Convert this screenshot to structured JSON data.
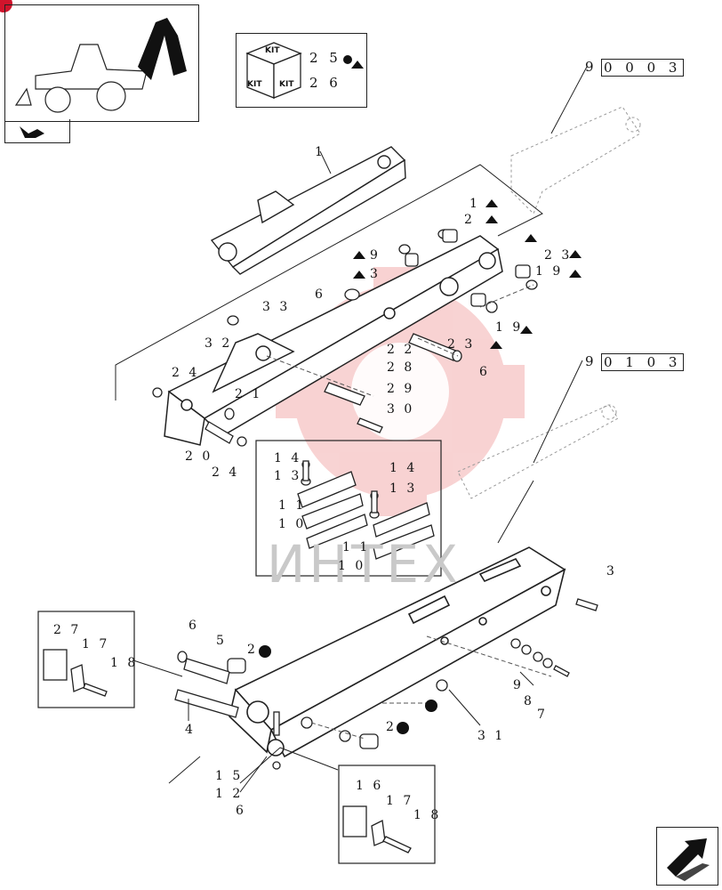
{
  "kit_legend": {
    "cube_top": "KIT",
    "cube_left": "KIT",
    "cube_right": "KIT",
    "row1_number": "2 5",
    "row2_number": "2 6"
  },
  "refs": {
    "ref_upper_prefix": "9",
    "ref_upper": "0 0  0 3",
    "ref_lower_prefix": "9",
    "ref_lower": "0 1  0 3"
  },
  "watermark": "ИНТЕХ",
  "callouts": [
    {
      "id": "c1",
      "text": "1"
    },
    {
      "id": "c1b",
      "text": "1"
    },
    {
      "id": "c2",
      "text": "2"
    },
    {
      "id": "c9",
      "text": "9"
    },
    {
      "id": "c3",
      "text": "3"
    },
    {
      "id": "c6a",
      "text": "6"
    },
    {
      "id": "c23a",
      "text": "2 3"
    },
    {
      "id": "c19a",
      "text": "1 9"
    },
    {
      "id": "c19b",
      "text": "1 9"
    },
    {
      "id": "c33",
      "text": "3 3"
    },
    {
      "id": "c32",
      "text": "3 2"
    },
    {
      "id": "c22",
      "text": "2 2"
    },
    {
      "id": "c23b",
      "text": "2 3"
    },
    {
      "id": "c6b",
      "text": "6"
    },
    {
      "id": "c28",
      "text": "2 8"
    },
    {
      "id": "c29",
      "text": "2 9"
    },
    {
      "id": "c30",
      "text": "3 0"
    },
    {
      "id": "c24a",
      "text": "2 4"
    },
    {
      "id": "c21",
      "text": "2 1"
    },
    {
      "id": "c20",
      "text": "2 0"
    },
    {
      "id": "c24b",
      "text": "2 4"
    },
    {
      "id": "c14a",
      "text": "1 4"
    },
    {
      "id": "c13a",
      "text": "1 3"
    },
    {
      "id": "c11a",
      "text": "1 1"
    },
    {
      "id": "c10a",
      "text": "1 0"
    },
    {
      "id": "c14b",
      "text": "1 4"
    },
    {
      "id": "c13b",
      "text": "1 3"
    },
    {
      "id": "c11b",
      "text": "1 1"
    },
    {
      "id": "c10b",
      "text": "1 0"
    },
    {
      "id": "c27",
      "text": "2 7"
    },
    {
      "id": "c17a",
      "text": "1 7"
    },
    {
      "id": "c18a",
      "text": "1 8"
    },
    {
      "id": "c6c",
      "text": "6"
    },
    {
      "id": "c5",
      "text": "5"
    },
    {
      "id": "c2b",
      "text": "2"
    },
    {
      "id": "c4",
      "text": "4"
    },
    {
      "id": "c3b",
      "text": "3"
    },
    {
      "id": "c9b",
      "text": "9"
    },
    {
      "id": "c8",
      "text": "8"
    },
    {
      "id": "c7",
      "text": "7"
    },
    {
      "id": "c31",
      "text": "3 1"
    },
    {
      "id": "c2c",
      "text": "2"
    },
    {
      "id": "c15",
      "text": "1 5"
    },
    {
      "id": "c12",
      "text": "1 2"
    },
    {
      "id": "c6d",
      "text": "6"
    },
    {
      "id": "c16",
      "text": "1 6"
    },
    {
      "id": "c17b",
      "text": "1 7"
    },
    {
      "id": "c18b",
      "text": "1 8"
    }
  ]
}
